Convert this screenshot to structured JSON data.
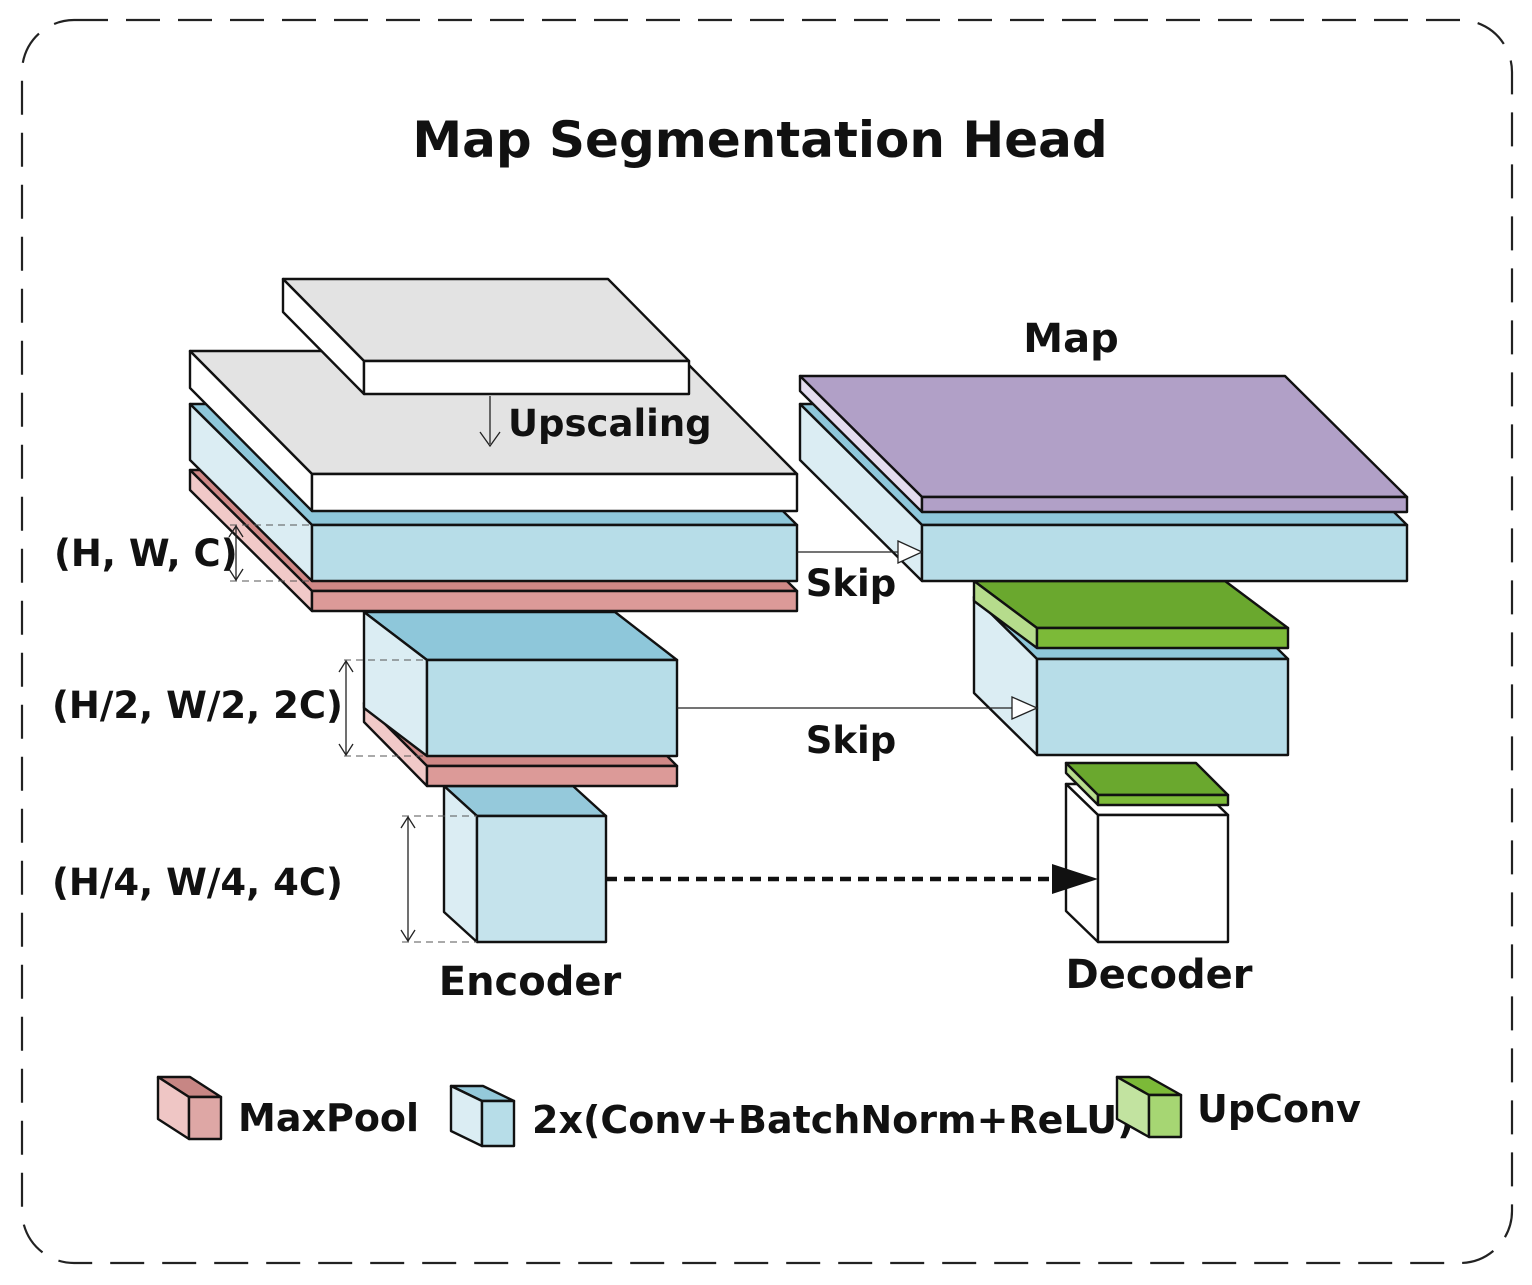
{
  "title": "Map Segmentation Head",
  "labels": {
    "map": "Map",
    "upscaling": "Upscaling",
    "skip_top": "Skip",
    "skip_mid": "Skip",
    "encoder": "Encoder",
    "decoder": "Decoder"
  },
  "dimensions": {
    "level1": "(H, W, C)",
    "level2": "(H/2, W/2, 2C)",
    "level3": "(H/4, W/4, 4C)"
  },
  "legend": [
    {
      "label": "MaxPool",
      "color": "#dc9a98"
    },
    {
      "label": "2x(Conv+BatchNorm+ReLU)",
      "color": "#b7dde8"
    },
    {
      "label": "UpConv",
      "color": "#7cba38"
    }
  ],
  "colors": {
    "maxpool": "#dc9a98",
    "conv": "#b7dde8",
    "upconv": "#7cba38",
    "map": "#b1a0c7",
    "input": "#e3e3e3"
  }
}
